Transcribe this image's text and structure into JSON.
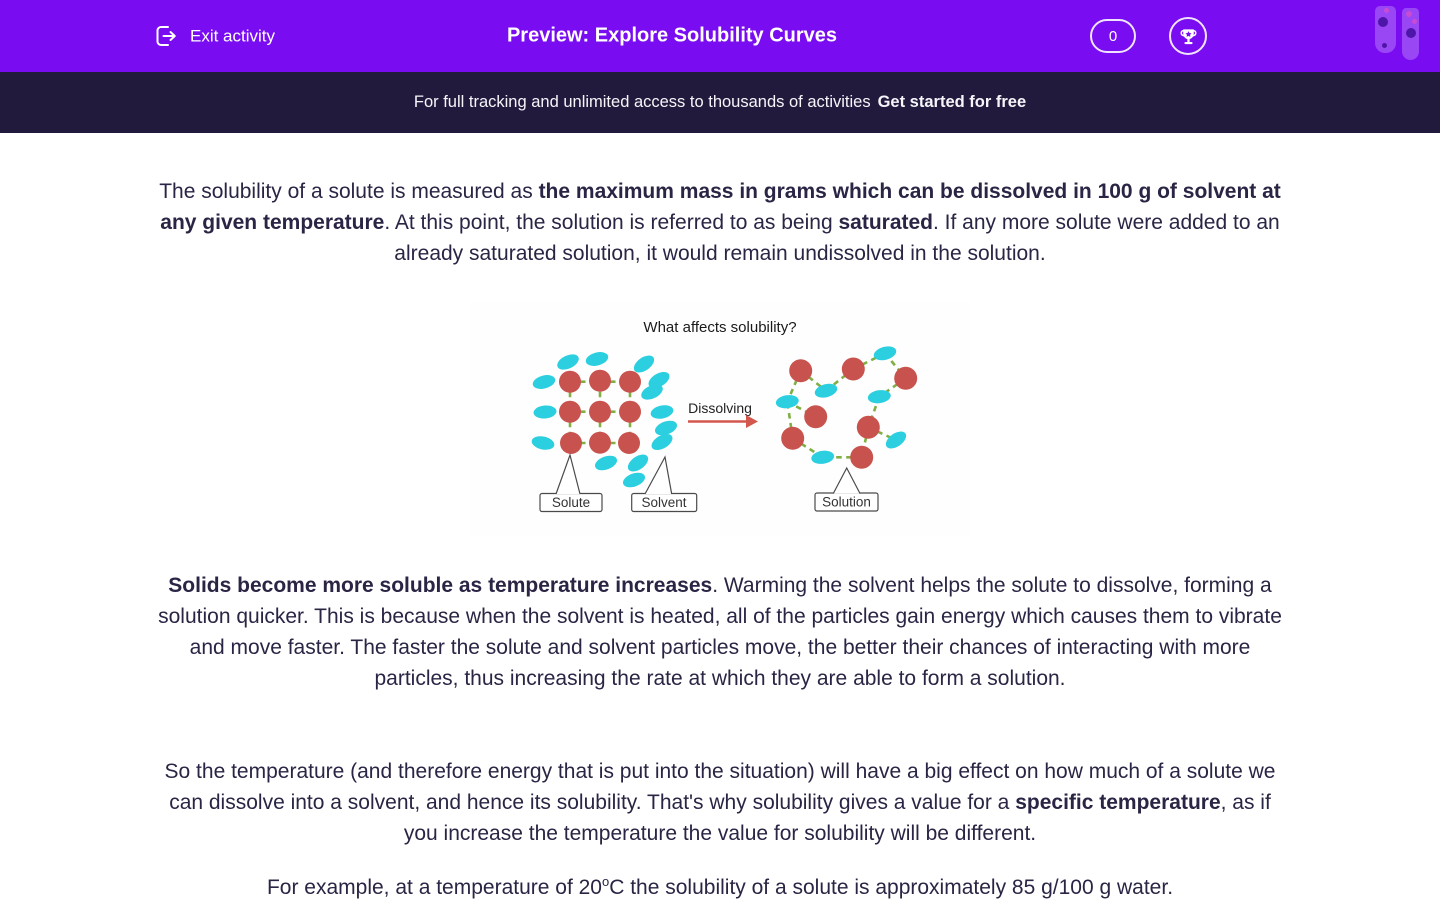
{
  "header": {
    "exit_label": "Exit activity",
    "title": "Preview: Explore Solubility Curves",
    "score_count": "0"
  },
  "banner": {
    "message": "For full tracking and unlimited access to thousands of activities",
    "cta_label": "Get started for free"
  },
  "diagram": {
    "title": "What affects solubility?",
    "arrow_label": "Dissolving",
    "solute_label": "Solute",
    "solvent_label": "Solvent",
    "solution_label": "Solution"
  },
  "content": {
    "paragraphs": [
      {
        "segments": [
          {
            "text": "The solubility of a solute is measured as ",
            "bold": false
          },
          {
            "text": "the maximum mass in grams which can be dissolved in 100 g of solvent at any given temperature",
            "bold": true
          },
          {
            "text": ". At this point, the solution is referred to as being ",
            "bold": false
          },
          {
            "text": "saturated",
            "bold": true
          },
          {
            "text": ". If any more solute were added to an already saturated solution, it would remain undissolved in the solution.",
            "bold": false
          }
        ]
      },
      {
        "segments": [
          {
            "text": "Solids become more soluble as temperature increases",
            "bold": true
          },
          {
            "text": ". Warming the solvent helps the solute to dissolve, forming a solution quicker. This is because when the solvent is heated, all of the particles gain energy which causes them to vibrate and move faster. The faster the solute and solvent particles move, the better their chances of interacting with more particles, thus increasing the rate at which they are able to form a solution.",
            "bold": false
          }
        ]
      },
      {
        "segments": [
          {
            "text": "So the temperature (and therefore energy that is put into the situation) will have a big effect on how much of a solute we can dissolve into a solvent, and hence its solubility. That's why solubility gives a value for a ",
            "bold": false
          },
          {
            "text": "specific temperature",
            "bold": true
          },
          {
            "text": ", as if you increase the temperature the value for solubility will be different.",
            "bold": false
          }
        ]
      },
      {
        "segments": [
          {
            "text": "For example, at a temperature of 20",
            "bold": false
          },
          {
            "text": "o",
            "bold": false,
            "sup": true
          },
          {
            "text": "C the solubility of a solute is approximately 85 g/100 g water.",
            "bold": false
          }
        ]
      }
    ]
  },
  "colors": {
    "header_purple": "#7A0CF2",
    "banner_navy": "#221A3C",
    "body_text": "#2B2444",
    "solute_red": "#C8534E",
    "solvent_cyan": "#2BCFDF",
    "bond_green": "#7FAF45",
    "arrow_red": "#D4574D"
  }
}
